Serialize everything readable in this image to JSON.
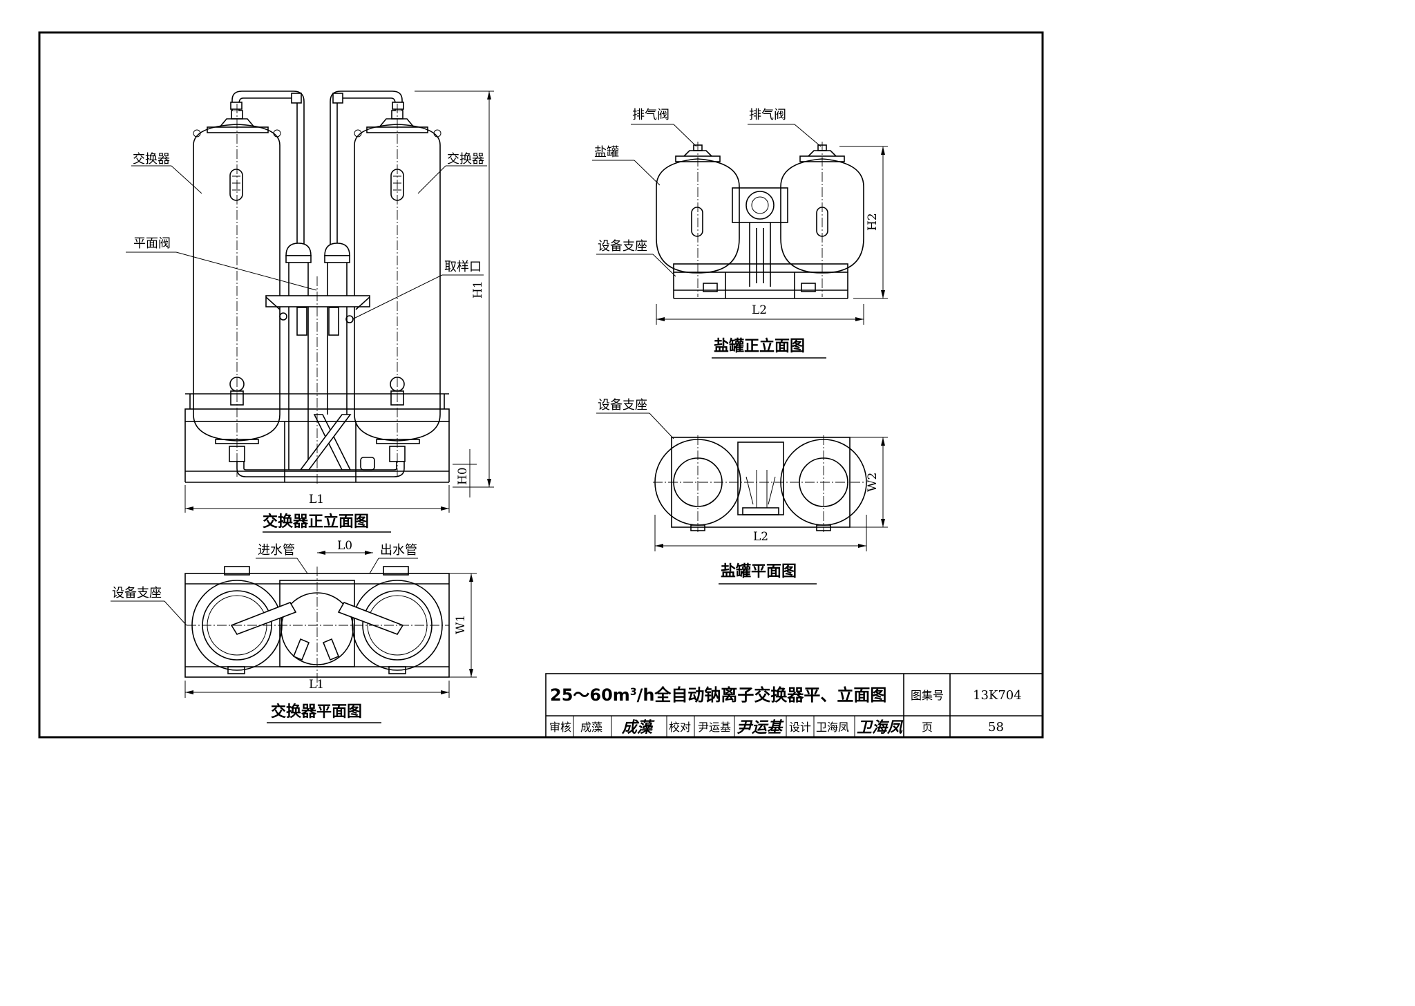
{
  "exchanger_elevation": {
    "caption": "交换器正立面图",
    "labels": {
      "exchanger_left": "交换器",
      "exchanger_right": "交换器",
      "flat_valve": "平面阀",
      "sampling_port": "取样口"
    },
    "dims": {
      "L1": "L1",
      "H1": "H1",
      "H0": "H0"
    }
  },
  "exchanger_plan": {
    "caption": "交换器平面图",
    "labels": {
      "inlet_pipe": "进水管",
      "outlet_pipe": "出水管",
      "support": "设备支座"
    },
    "dims": {
      "L0": "L0",
      "L1": "L1",
      "W1": "W1"
    }
  },
  "brine_elevation": {
    "caption": "盐罐正立面图",
    "labels": {
      "vent_left": "排气阀",
      "vent_right": "排气阀",
      "brine_tank": "盐罐",
      "support": "设备支座"
    },
    "dims": {
      "L2": "L2",
      "H2": "H2"
    }
  },
  "brine_plan": {
    "caption": "盐罐平面图",
    "labels": {
      "support": "设备支座"
    },
    "dims": {
      "L2": "L2",
      "W2": "W2"
    }
  },
  "title_block": {
    "title_prefix": "25～60m",
    "title_sup": "3",
    "title_suffix": "/h全自动钠离子交换器平、立面图",
    "atlas_label": "图集号",
    "atlas_no": "13K704",
    "review_label": "审核",
    "reviewer": "成藻",
    "reviewer_sign": "成藻",
    "check_label": "校对",
    "checker": "尹运基",
    "checker_sign": "尹运基",
    "design_label": "设计",
    "designer": "卫海凤",
    "designer_sign": "卫海凤",
    "page_label": "页",
    "page_no": "58"
  }
}
